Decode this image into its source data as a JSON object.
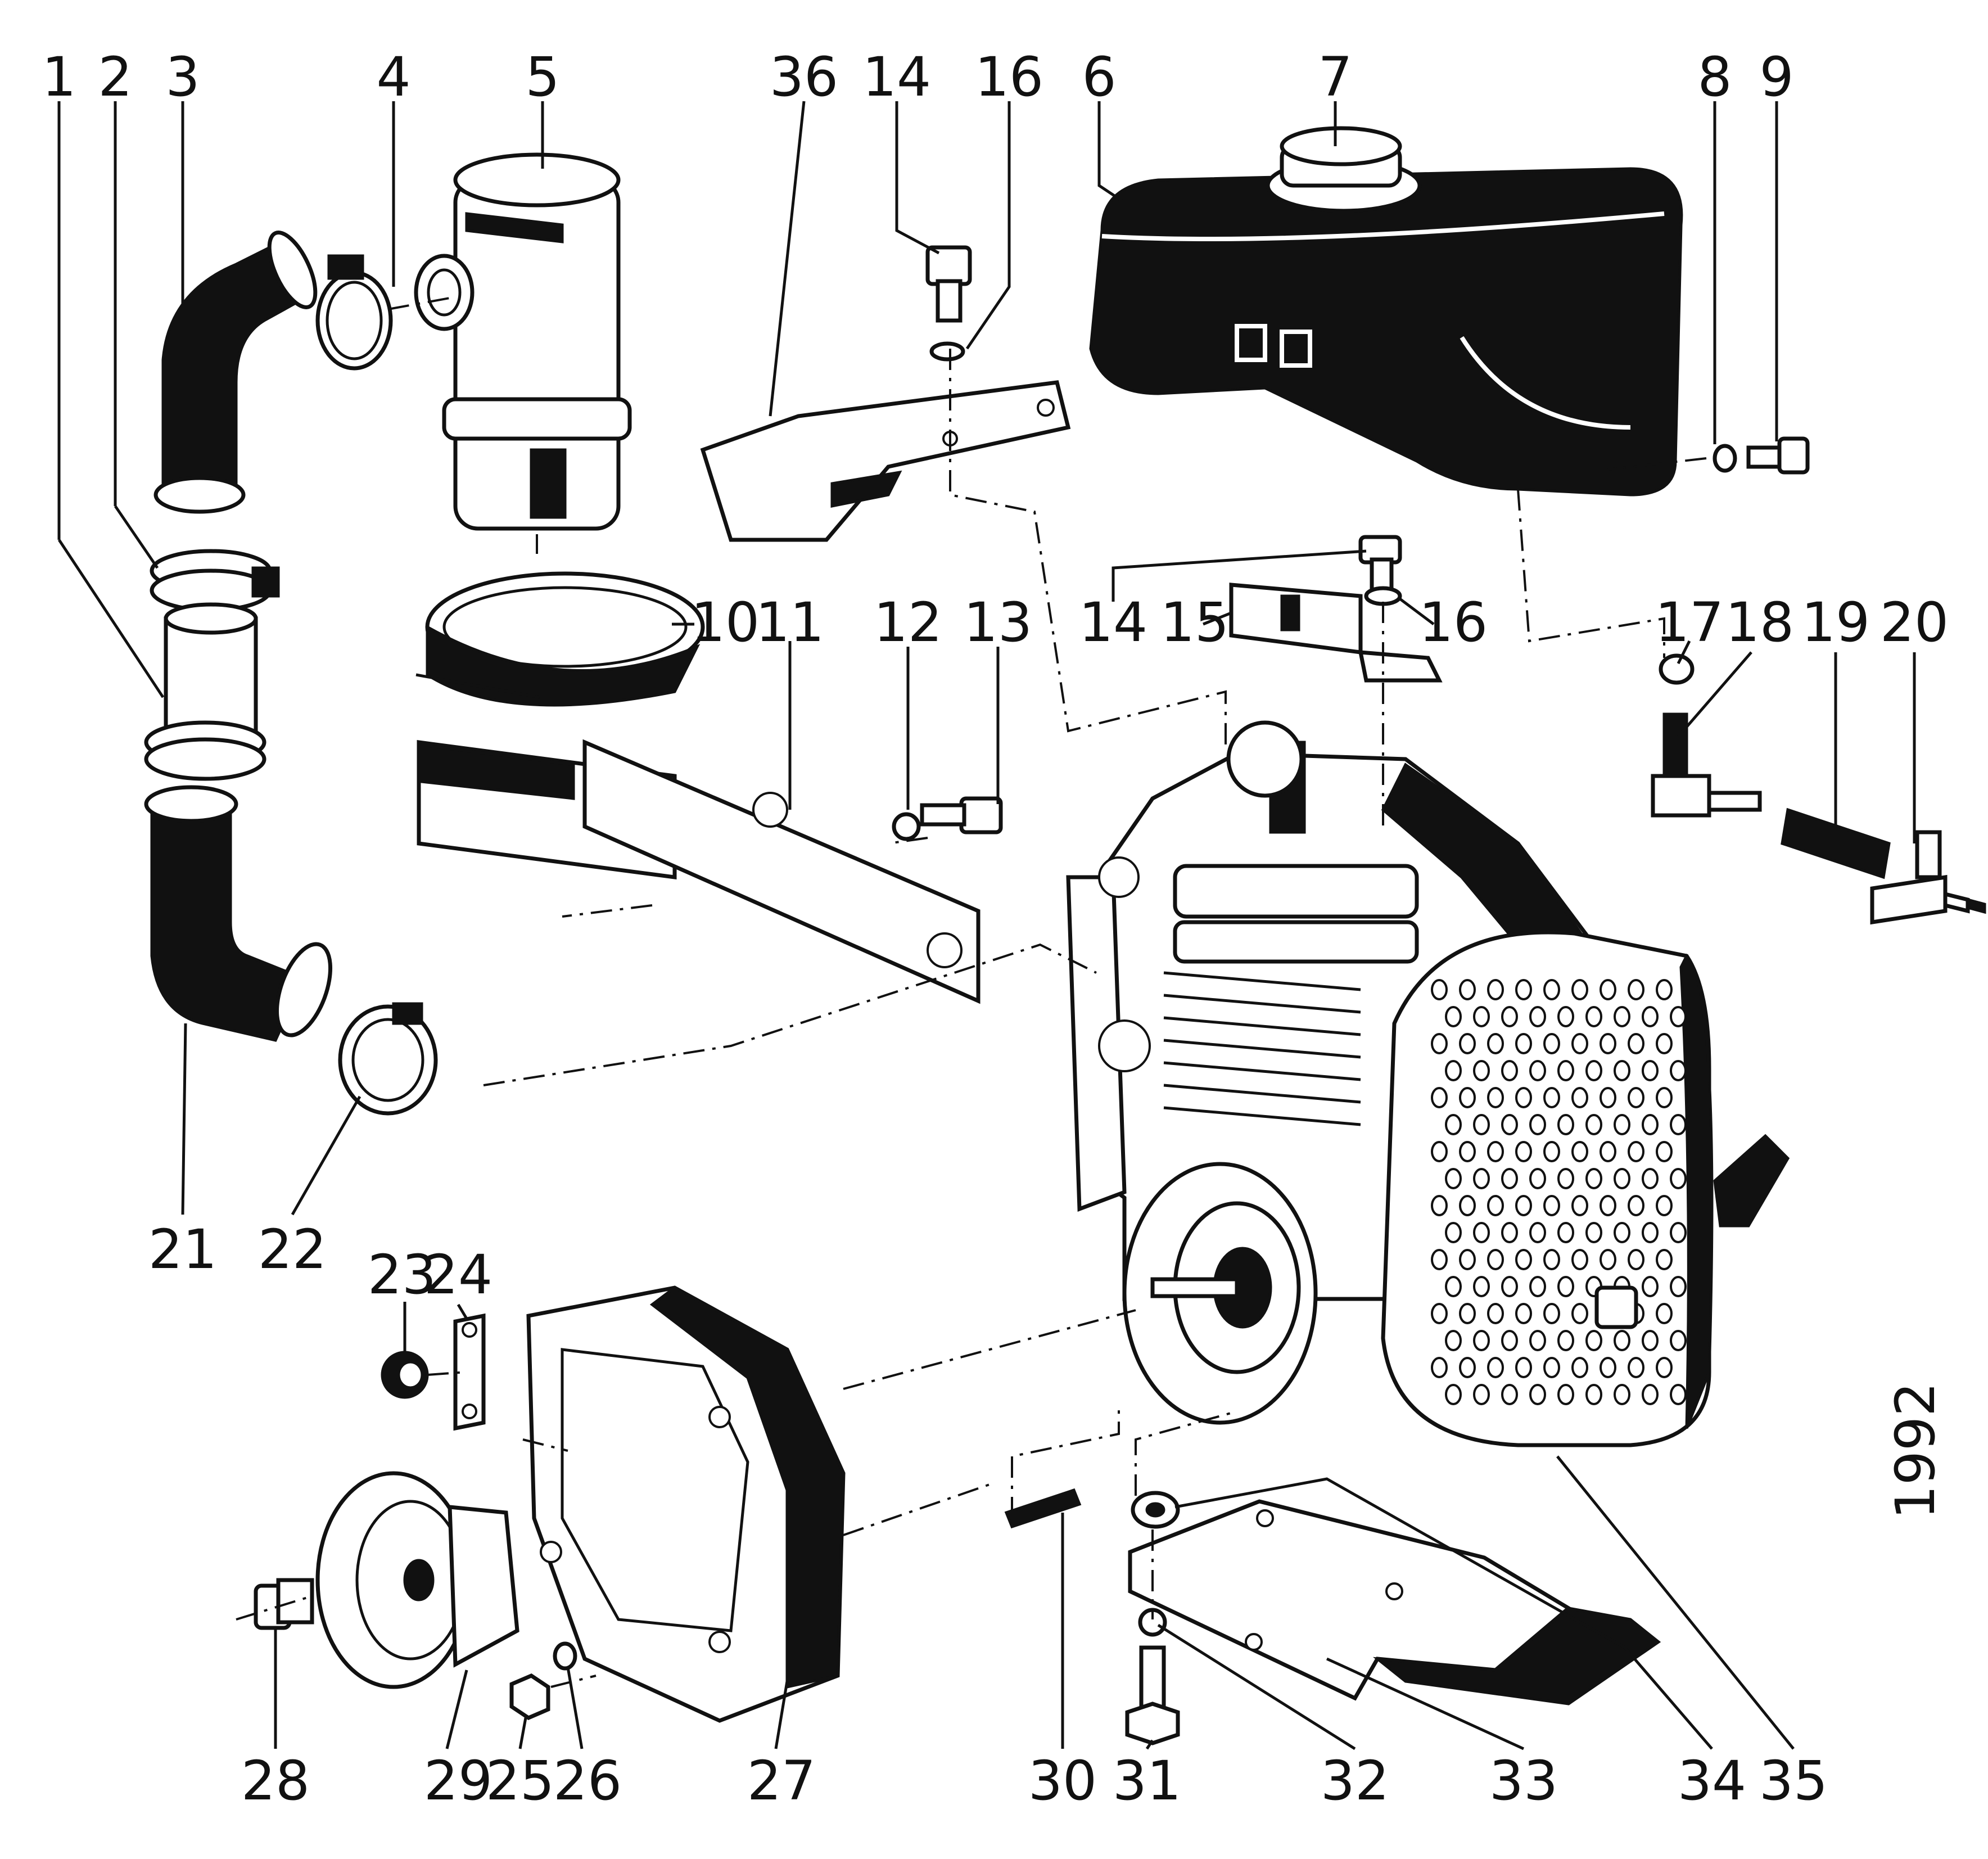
{
  "diagram": {
    "year_code": "1992",
    "part_numbers": [
      "1",
      "2",
      "3",
      "4",
      "5",
      "36",
      "14",
      "16",
      "6",
      "7",
      "8",
      "9",
      "10",
      "11",
      "12",
      "13",
      "14",
      "15",
      "16",
      "17",
      "18",
      "19",
      "20",
      "21",
      "22",
      "23",
      "24",
      "28",
      "29",
      "25",
      "26",
      "27",
      "30",
      "31",
      "32",
      "33",
      "34",
      "35"
    ]
  }
}
